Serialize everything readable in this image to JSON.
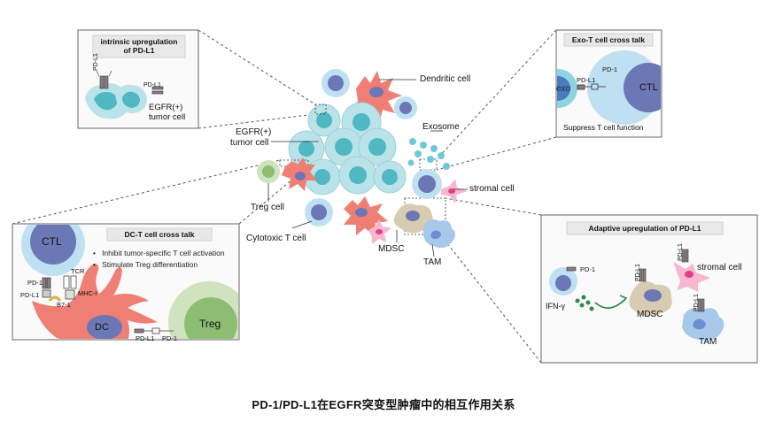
{
  "boxes": {
    "intrinsic": {
      "title": "intrinsic upregulation\nof PD-L1",
      "pdl1_a": "PD-L1",
      "pdl1_b": "PD-L1",
      "egfr": "EGFR(+)",
      "tumor": "tumor cell"
    },
    "exot": {
      "title": "Exo-T cell cross talk",
      "pd1": "PD-1",
      "pdl1": "PD-L1",
      "exo": "exo",
      "ctl": "CTL",
      "caption": "Suppress T cell function"
    },
    "dct": {
      "title": "DC-T cell cross talk",
      "ctl": "CTL",
      "bullets": [
        "Inhibit tumor-specific T cell activation",
        "Stimulate Treg differentiation"
      ],
      "tcr": "TCR",
      "pd1": "PD-1",
      "pdl1": "PD-L1",
      "mhc": "MHC-I",
      "b71": "B7-1",
      "dc": "DC",
      "pdl1_b": "PD-L1",
      "pd1_b": "PD-1",
      "treg": "Treg"
    },
    "adaptive": {
      "title": "Adaptive upregulation of PD-L1",
      "pd1": "PD-1",
      "ifn": "IFN-γ",
      "pdl1_a": "PD-L1",
      "pdl1_b": "PD-L1",
      "pdl1_c": "PD-L1",
      "mdsc": "MDSC",
      "stromal": "stromal cell",
      "tam": "TAM"
    }
  },
  "center": {
    "dendritic": "Dendritic cell",
    "egfr": "EGFR(+)",
    "tumor": "tumor cell",
    "exosome": "Exosome",
    "stromal": "stromal cell",
    "treg": "Treg cell",
    "cytotoxic": "Cytotoxic T cell",
    "mdsc": "MDSC",
    "tam": "TAM"
  },
  "caption": "PD-1/PD-L1在EGFR突变型肿瘤中的相互作用关系",
  "colors": {
    "tumor": "#4fb8c3",
    "tumor_halo": "#b9e3e8",
    "ctl_core": "#6c77b6",
    "ctl_halo": "#bfe0f2",
    "dc": "#ef7e74",
    "treg": "#8dbd72",
    "treg_halo": "#cfe3bf",
    "mdsc": "#d7cbb1",
    "tam": "#a8c8ea",
    "stromal": "#f090b8",
    "exosome": "#6fc8da"
  }
}
